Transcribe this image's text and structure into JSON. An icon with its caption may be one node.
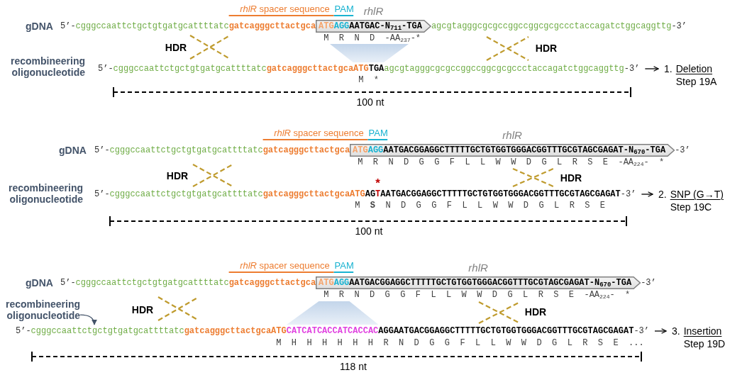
{
  "diagram": {
    "nodes": [
      {
        "text": [
          "ATG",
          "AGG",
          "AATGAC-N$_{711}$-TGA"
        ],
        "beside": [
          "rhlR"
        ]
      },
      {
        "text": [],
        "shape": "trapezoid"
      },
      {
        "text": [
          "5’-",
          "cgggccaattctgctgtgatgcattttatc",
          "gatcagggcttactgcaATG",
          "TGA",
          "agcgtagggcgcgccggccggcgcgccctaccagatctggcaggttg",
          "-3’"
        ]
      },
      {
        "text": [
          "1.",
          "Deletion",
          "Step 19A"
        ]
      },
      {
        "text": [
          "ATG",
          "AGG",
          "AATGACGGAGGCTTTTTGCTGTGGTGGGACGGTTTGCGTAGCGAGAT-N$_{670}$-TGA"
        ],
        "beside": [
          "rhlR"
        ]
      },
      {
        "text": [
          "5’-",
          "cgggccaattctgctgtgatgcattttatc",
          "gatcagggcttactgcaATG",
          "AG",
          "T",
          "AATGACGGAGGCTTTTTGCTGTGGTGGGACGGTTTGCGTAGCGAGAT",
          "-3’"
        ]
      },
      {
        "text": [
          "2.",
          "SNP (G→T)",
          "Step 19C"
        ]
      },
      {
        "text": [
          "ATG",
          "AGG",
          "AATGACGGAGGCTTTTTGCTGTGGTGGGACGGTTTGCGTAGCGAGAT-N$_{670}$-TGA"
        ],
        "beside": [
          "rhlR"
        ]
      },
      {
        "text": [
          "recombineering oligonucleotide"
        ]
      },
      {
        "text": [],
        "shape": "trapezoid"
      },
      {
        "text": [
          "5’-",
          "cgggccaattctgctgtgatgcattttatc",
          "gatcagggcttactgcaATG",
          "CATCATCACCATCACCAC",
          "AGGAATGACGGAGGCTTTTTGCTGTGGTGGGACGGTTTGCGTAGCGAGAT",
          "-3’"
        ]
      },
      {
        "text": [
          "3.",
          "Insertion",
          "Step 19D"
        ]
      }
    ],
    "edges": [
      {
        "from": 2,
        "to": 3,
        "arrow": "to"
      },
      {
        "from": 5,
        "to": 6,
        "arrow": "to"
      },
      {
        "from": 8,
        "to": 10,
        "arrow": "to",
        "color": "#44546a"
      },
      {
        "from": 10,
        "to": 11,
        "arrow": "to"
      }
    ],
    "labels": [
      "*rhlR* spacer sequence",
      "PAM",
      "gDNA",
      "5’-",
      "cgggccaattctgctgtgatgcattttatc",
      "gatcagggcttactgca",
      "agcgtagggcgcgccggccggcgcgccctaccagatctggcaggttg",
      "-3’",
      "M R N D -AA$_{237}$-*",
      "HDR",
      "HDR",
      "recombineering oligonucleotide",
      "M *",
      "100 nt",
      "*rhlR* spacer sequence",
      "PAM",
      "gDNA",
      "5’-",
      "cgggccaattctgctgtgatgcattttatc",
      "gatcagggcttactgca",
      "-3’",
      "M R N D G G F L L W W D G L R S E -AA$_{224}$- *",
      "HDR",
      "HDR",
      "recombineering oligonucleotide",
      "*",
      "M **S** N D G G F L L W W D G L R S E",
      "100 nt",
      "*rhlR* spacer sequence",
      "PAM",
      "gDNA",
      "5’-",
      "cgggccaattctgctgtgatgcattttatc",
      "gatcagggcttactgca",
      "-3’",
      "M R N D G G F L L W W D G L R S E -AA$_{224}$- *",
      "HDR",
      "HDR",
      "M H H H H H H R N D G G F L L W W D G L R S E ...",
      "118 nt"
    ]
  }
}
